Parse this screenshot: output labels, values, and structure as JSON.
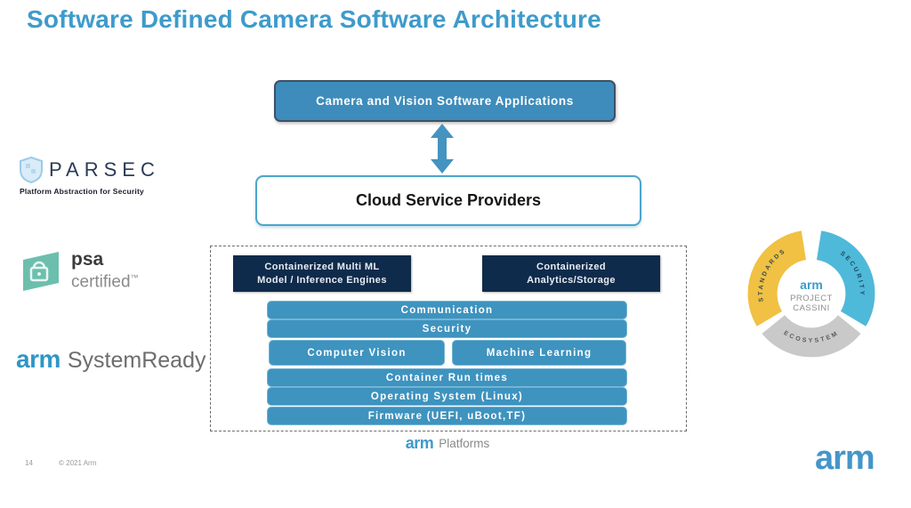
{
  "slide": {
    "title": "Software Defined Camera Software Architecture",
    "page_number": "14",
    "copyright": "© 2021 Arm",
    "brand_logo": "arm"
  },
  "diagram": {
    "top_box": {
      "label": "Camera and Vision Software Applications"
    },
    "cloud_box": {
      "label": "Cloud Service Providers"
    },
    "platform": {
      "container_boxes": [
        {
          "line1": "Containerized Multi ML",
          "line2": "Model / Inference Engines"
        },
        {
          "line1": "Containerized",
          "line2": "Analytics/Storage"
        }
      ],
      "bars": [
        "Communication",
        "Security",
        "Computer Vision",
        "Machine Learning",
        "Container Run times",
        "Operating System (Linux)",
        "Firmware (UEFI, uBoot,TF)"
      ],
      "caption": {
        "arm": "arm",
        "label": "Platforms"
      }
    }
  },
  "left_logos": {
    "parsec": {
      "name": "PARSEC",
      "tagline": "Platform Abstraction for Security"
    },
    "psa_certified": {
      "line1": "psa",
      "line2": "certified",
      "tm": "™"
    },
    "systemready": {
      "arm": "arm",
      "label": "SystemReady"
    }
  },
  "cassini_badge": {
    "center": {
      "arm": "arm",
      "line1": "PROJECT",
      "line2": "CASSINI"
    },
    "segments": [
      {
        "label": "STANDARDS",
        "color": "#F0C142"
      },
      {
        "label": "SECURITY",
        "color": "#4FB9D9"
      },
      {
        "label": "ECOSYSTEM",
        "color": "#C9C9C9"
      }
    ]
  },
  "colors": {
    "title": "#3E9BCB",
    "teal_fill": "#3E8FBD",
    "navy_fill": "#0F2B4C",
    "arm_blue": "#4596C8",
    "psa_teal": "#6CBFAD"
  }
}
